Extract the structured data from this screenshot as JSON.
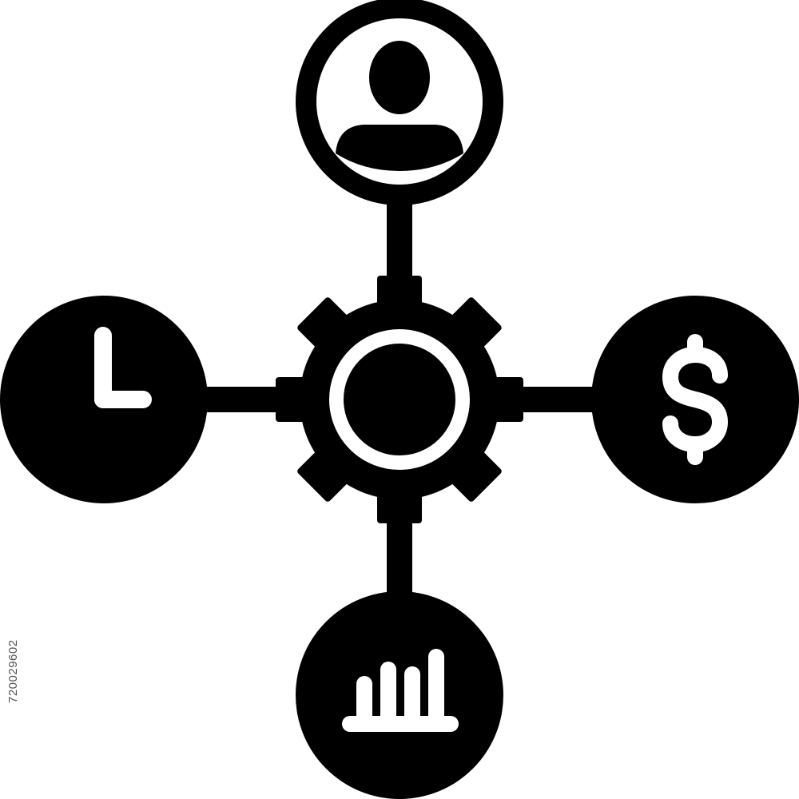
{
  "icon": {
    "name": "business-management-network-icon",
    "fill_color": "#000000",
    "background_color": "#ffffff",
    "hub": {
      "icon": "gear-icon"
    },
    "nodes": [
      {
        "position": "top",
        "icon": "user-profile-icon"
      },
      {
        "position": "left",
        "icon": "clock-icon"
      },
      {
        "position": "right",
        "icon": "dollar-icon"
      },
      {
        "position": "bottom",
        "icon": "bar-chart-icon"
      }
    ]
  },
  "watermark": {
    "stock_id": "720029602"
  }
}
